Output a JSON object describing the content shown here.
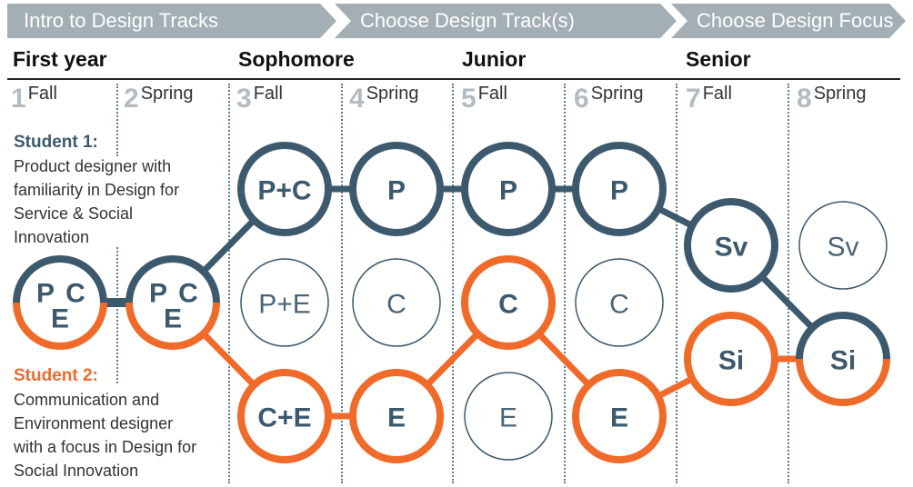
{
  "banners": [
    "Intro to Design Tracks",
    "Choose Design Track(s)",
    "Choose Design Focus"
  ],
  "years": [
    "First year",
    "Sophomore",
    "Junior",
    "Senior"
  ],
  "semesters": [
    {
      "num": "1",
      "name": "Fall"
    },
    {
      "num": "2",
      "name": "Spring"
    },
    {
      "num": "3",
      "name": "Fall"
    },
    {
      "num": "4",
      "name": "Spring"
    },
    {
      "num": "5",
      "name": "Fall"
    },
    {
      "num": "6",
      "name": "Spring"
    },
    {
      "num": "7",
      "name": "Fall"
    },
    {
      "num": "8",
      "name": "Spring"
    }
  ],
  "student1": {
    "heading": "Student 1:",
    "description": "Product designer with familiarity in Design for Service & Social Innovation"
  },
  "student2": {
    "heading": "Student 2:",
    "description": "Communication and Environment designer with a focus in Design for Social Innovation"
  },
  "colors": {
    "student1": "#3c596e",
    "student2": "#f06a2a",
    "neutral": "#3c596e",
    "banner": "#a4aeb5"
  },
  "nodes": [
    {
      "id": "s1",
      "col": 1,
      "row": "mid",
      "labels": [
        "P",
        "C",
        "E"
      ],
      "style": "split"
    },
    {
      "id": "s2",
      "col": 2,
      "row": "mid",
      "labels": [
        "P",
        "C",
        "E"
      ],
      "style": "split"
    },
    {
      "id": "p3",
      "col": 3,
      "row": "top",
      "labels": [
        "P+C"
      ],
      "style": "student1"
    },
    {
      "id": "m3",
      "col": 3,
      "row": "mid",
      "labels": [
        "P+E"
      ],
      "style": "neutral"
    },
    {
      "id": "b3",
      "col": 3,
      "row": "bot",
      "labels": [
        "C+E"
      ],
      "style": "student2"
    },
    {
      "id": "p4",
      "col": 4,
      "row": "top",
      "labels": [
        "P"
      ],
      "style": "student1"
    },
    {
      "id": "m4",
      "col": 4,
      "row": "mid",
      "labels": [
        "C"
      ],
      "style": "neutral"
    },
    {
      "id": "b4",
      "col": 4,
      "row": "bot",
      "labels": [
        "E"
      ],
      "style": "student2"
    },
    {
      "id": "p5",
      "col": 5,
      "row": "top",
      "labels": [
        "P"
      ],
      "style": "student1"
    },
    {
      "id": "m5",
      "col": 5,
      "row": "mid",
      "labels": [
        "C"
      ],
      "style": "student2"
    },
    {
      "id": "b5",
      "col": 5,
      "row": "bot",
      "labels": [
        "E"
      ],
      "style": "neutral"
    },
    {
      "id": "p6",
      "col": 6,
      "row": "top",
      "labels": [
        "P"
      ],
      "style": "student1"
    },
    {
      "id": "m6",
      "col": 6,
      "row": "mid",
      "labels": [
        "C"
      ],
      "style": "neutral"
    },
    {
      "id": "b6",
      "col": 6,
      "row": "bot",
      "labels": [
        "E"
      ],
      "style": "student2"
    },
    {
      "id": "sv7",
      "col": 7,
      "row": "sv7",
      "labels": [
        "Sv"
      ],
      "style": "student1"
    },
    {
      "id": "si7",
      "col": 7,
      "row": "si7",
      "labels": [
        "Si"
      ],
      "style": "student2"
    },
    {
      "id": "sv8",
      "col": 8,
      "row": "sv8",
      "labels": [
        "Sv"
      ],
      "style": "neutral"
    },
    {
      "id": "si8",
      "col": 8,
      "row": "si8",
      "labels": [
        "Si"
      ],
      "style": "split-single"
    }
  ],
  "paths": {
    "student1": [
      "s1",
      "s2",
      "p3",
      "p4",
      "p5",
      "p6",
      "sv7",
      "si8"
    ],
    "student2": [
      "s1",
      "s2",
      "b3",
      "b4",
      "m5",
      "b6",
      "si7",
      "si8"
    ]
  }
}
